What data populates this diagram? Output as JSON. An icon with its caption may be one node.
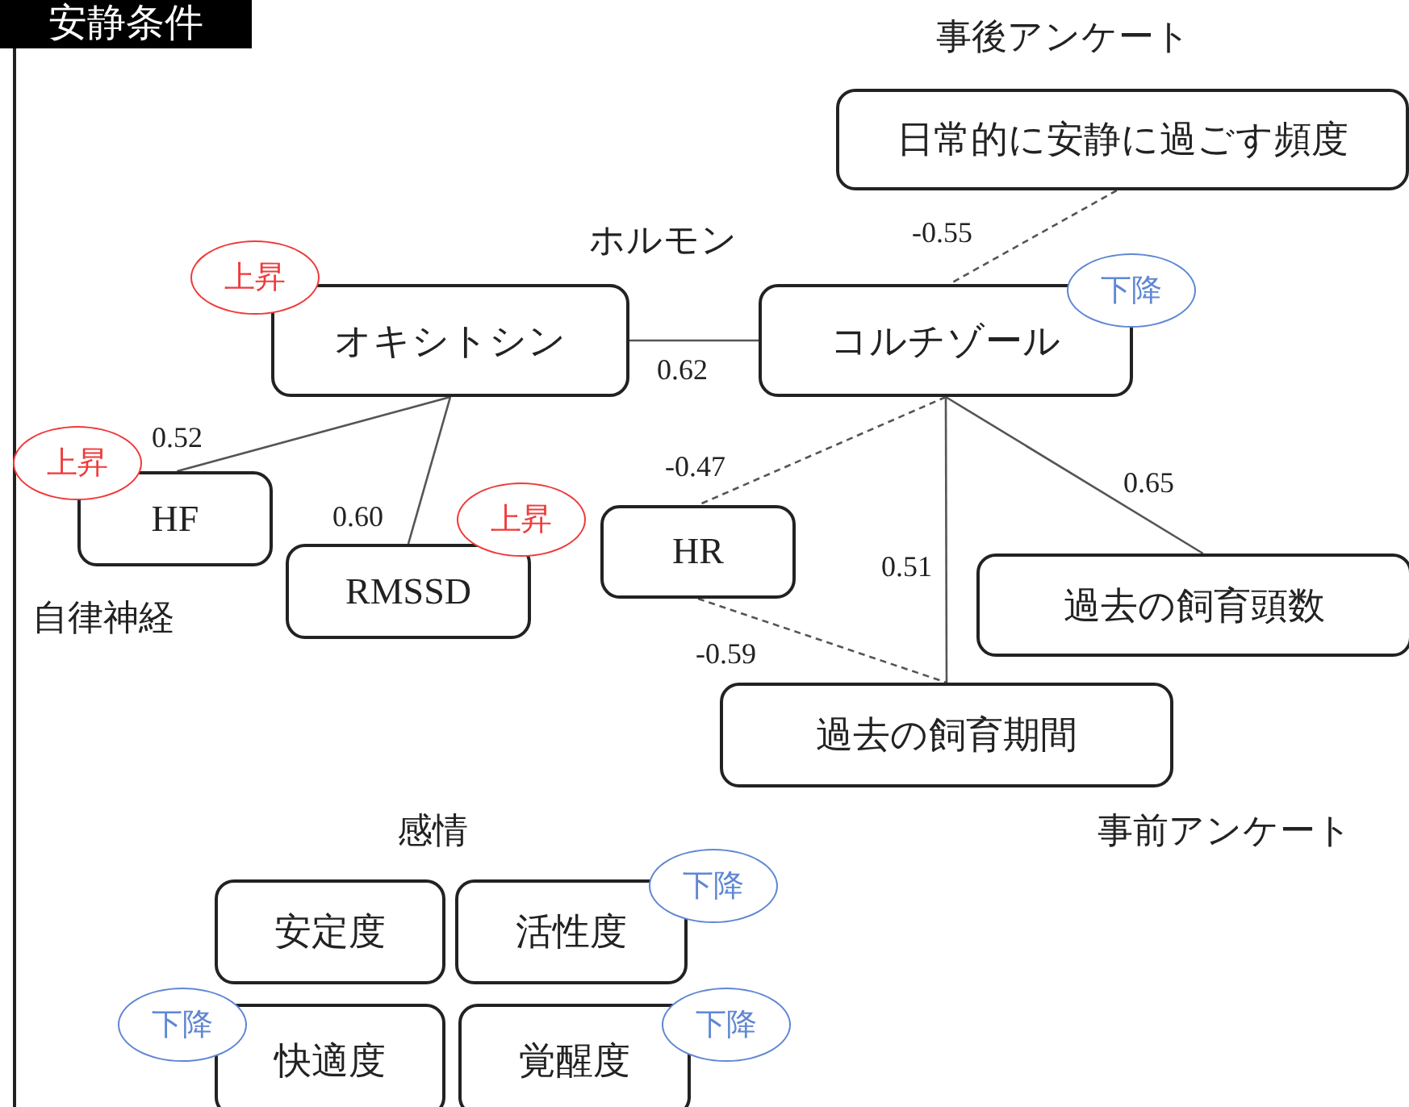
{
  "diagram": {
    "title": "安静条件",
    "nodes": [
      {
        "text": [
          "日常的に安静に過ごす頻度"
        ]
      },
      {
        "text": [
          "オキシトシン"
        ]
      },
      {
        "text": [
          "コルチゾール"
        ]
      },
      {
        "text": [
          "HF"
        ]
      },
      {
        "text": [
          "RMSSD"
        ]
      },
      {
        "text": [
          "HR"
        ]
      },
      {
        "text": [
          "過去の飼育頭数"
        ]
      },
      {
        "text": [
          "過去の飼育期間"
        ]
      },
      {
        "text": [
          "安定度"
        ]
      },
      {
        "text": [
          "活性度"
        ]
      },
      {
        "text": [
          "快適度"
        ]
      },
      {
        "text": [
          "覚醒度"
        ]
      },
      {
        "text": [
          "上昇"
        ]
      },
      {
        "text": [
          "上昇"
        ]
      },
      {
        "text": [
          "上昇"
        ]
      },
      {
        "text": [
          "下降"
        ]
      },
      {
        "text": [
          "下降"
        ]
      },
      {
        "text": [
          "下降"
        ]
      },
      {
        "text": [
          "下降"
        ]
      }
    ],
    "edges": [
      {
        "from": 1,
        "to": 2,
        "arrow": "none",
        "label": "0.62"
      },
      {
        "from": 1,
        "to": 3,
        "arrow": "none",
        "label": "0.52"
      },
      {
        "from": 1,
        "to": 4,
        "arrow": "none",
        "label": "0.60"
      },
      {
        "from": 0,
        "to": 2,
        "arrow": "none",
        "label": "-0.55",
        "style": "dashed"
      },
      {
        "from": 2,
        "to": 5,
        "arrow": "none",
        "label": "-0.47",
        "style": "dashed"
      },
      {
        "from": 2,
        "to": 7,
        "arrow": "none",
        "label": "0.51"
      },
      {
        "from": 2,
        "to": 6,
        "arrow": "none",
        "label": "0.65"
      },
      {
        "from": 5,
        "to": 7,
        "arrow": "none",
        "label": "-0.59",
        "style": "dashed"
      }
    ],
    "labels": [
      "事後アンケート",
      "ホルモン",
      "自律神経",
      "事前アンケート",
      "感情"
    ]
  }
}
